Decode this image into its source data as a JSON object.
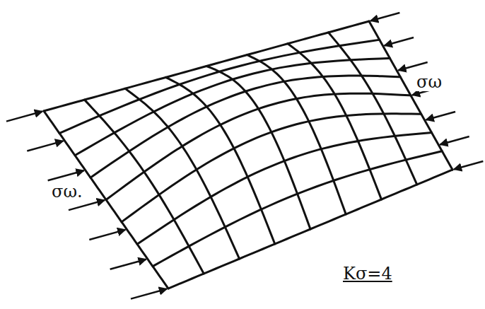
{
  "diagram": {
    "labels": [
      "σω",
      "σω.",
      "Kσ=4"
    ]
  }
}
